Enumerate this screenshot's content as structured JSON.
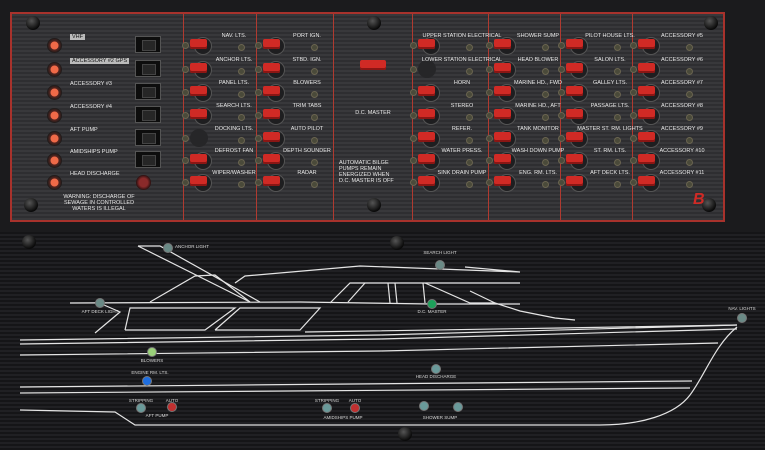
{
  "upper_panel": {
    "left_rows": [
      {
        "label": "VHF"
      },
      {
        "label": "ACCESSORY #2 GPS"
      },
      {
        "label": "ACCESSORY #3"
      },
      {
        "label": "ACCESSORY #4"
      },
      {
        "label": "AFT PUMP"
      },
      {
        "label": "AMIDSHIPS PUMP"
      },
      {
        "label": "HEAD DISCHARGE"
      }
    ],
    "warning": "WARNING: DISCHARGE OF SEWAGE IN CONTROLLED WATERS IS ILLEGAL",
    "columns": [
      [
        "NAV. LTS.",
        "ANCHOR LTS.",
        "PANEL LTS.",
        "SEARCH LTS.",
        "DOCKING LTS.",
        "DEFROST FAN",
        "WIPER/WASHER"
      ],
      [
        "PORT IGN.",
        "STBD. IGN.",
        "BLOWERS",
        "TRIM TABS",
        "AUTO PILOT",
        "DEPTH SOUNDER",
        "RADAR"
      ],
      [
        "UPPER STATION ELECTRICAL",
        "LOWER STATION ELECTRICAL",
        "HORN",
        "STEREO",
        "REFER.",
        "WATER PRESS.",
        "SINK DRAIN PUMP"
      ],
      [
        "SHOWER SUMP",
        "HEAD BLOWER",
        "MARINE HD., FWD",
        "MARINE HD., AFT",
        "TANK MONITOR",
        "WASH DOWN PUMP",
        "ENG. RM. LTS."
      ],
      [
        "PILOT HOUSE LTS.",
        "SALON LTS.",
        "GALLEY LTS.",
        "PASSAGE LTS.",
        "MASTER ST. RM. LIGHTS",
        "ST. RM. LTS.",
        "AFT DECK LTS."
      ],
      [
        "ACCESSORY #5",
        "ACCESSORY #6",
        "ACCESSORY #7",
        "ACCESSORY #8",
        "ACCESSORY #9",
        "ACCESSORY #10",
        "ACCESSORY #11"
      ]
    ],
    "dc_master": "D.C. MASTER",
    "bilge_note": "AUTOMATIC BILGE PUMPS REMAIN ENERGIZED WHEN D.C. MASTER IS OFF",
    "logo": "B"
  },
  "lower_panel": {
    "anchor_light": "ANCHOR LIGHT",
    "search_light": "SEARCH LIGHT",
    "aft_deck_light": "AFT DECK LIGHT",
    "dc_master": "D.C. MASTER",
    "nav_lights": "NAV. LIGHTS",
    "blowers": "BLOWERS",
    "engine_rm_lts": "ENGINE RM. LTS.",
    "head_discharge": "HEAD DISCHARGE",
    "aft_stripping": "STRIPPING",
    "aft_auto": "AUTO",
    "aft_pump": "AFT PUMP",
    "mid_stripping": "STRIPPING",
    "mid_auto": "AUTO",
    "amidships_pump": "AMIDSHIPS PUMP",
    "shower_sump": "SHOWER SUMP"
  },
  "colors": {
    "accent_red": "#d02a25",
    "panel": "#2e2e31",
    "border": "#a8322c"
  }
}
